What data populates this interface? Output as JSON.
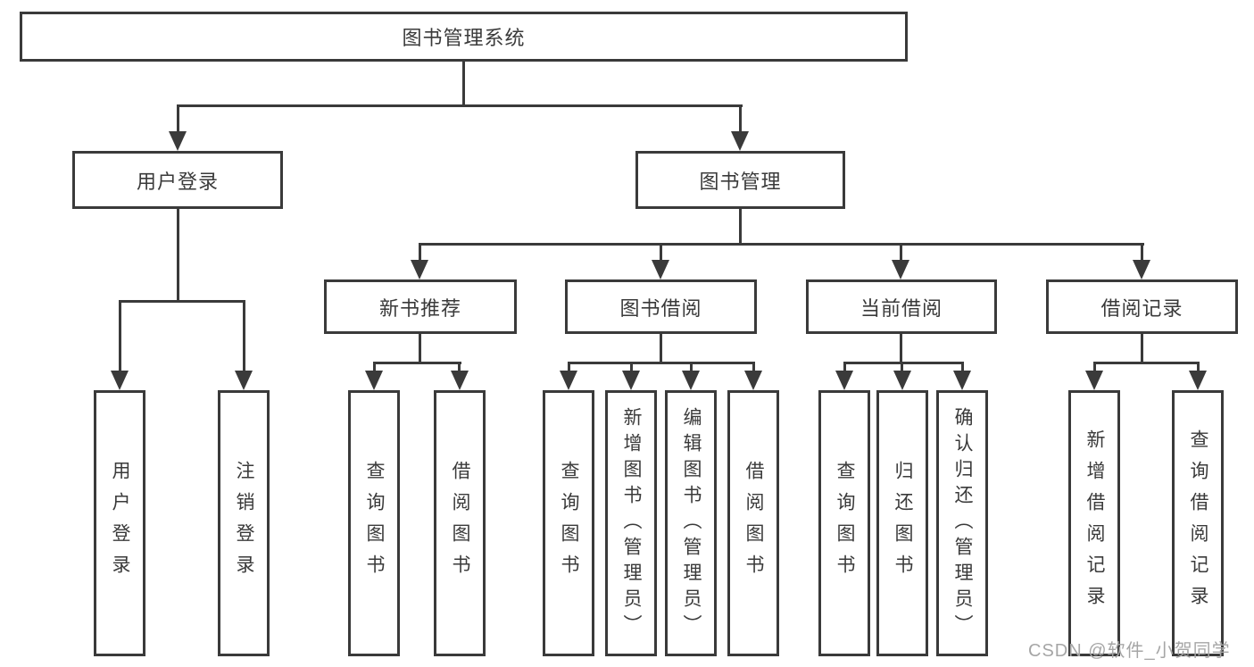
{
  "diagram": {
    "title": "图书管理系统",
    "level2": {
      "user_login": "用户登录",
      "book_mgmt": "图书管理"
    },
    "level3": {
      "new_book": "新书推荐",
      "book_borrow": "图书借阅",
      "current_borrow": "当前借阅",
      "borrow_record": "借阅记录"
    },
    "leaves": {
      "user_login": [
        "用户登录",
        "注销登录"
      ],
      "new_book": [
        "查询图书",
        "借阅图书"
      ],
      "book_borrow": [
        "查询图书",
        "新增图书（管理员）",
        "编辑图书（管理员）",
        "借阅图书"
      ],
      "current_borrow": [
        "查询图书",
        "归还图书",
        "确认归还（管理员）"
      ],
      "borrow_record": [
        "新增借阅记录",
        "查询借阅记录"
      ]
    }
  },
  "watermark": "CSDN @软件_小贺同学",
  "colors": {
    "ink": "#3a3a3a",
    "background": "#ffffff",
    "watermark": "#a6a6a6"
  }
}
